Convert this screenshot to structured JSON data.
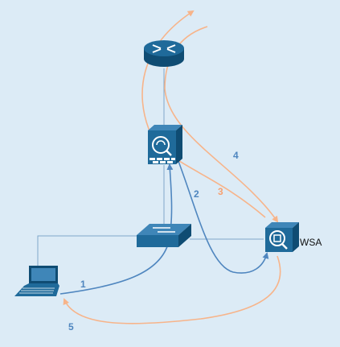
{
  "diagram": {
    "colors": {
      "background": "#dcebf6",
      "link": "#7fa7c9",
      "request_path": "#4f86bf",
      "response_path": "#f7b48a",
      "device_body": "#1f6a9a",
      "device_dark": "#0f4c73",
      "device_light": "#ffffff"
    },
    "devices": {
      "router": {
        "icon": "router-icon"
      },
      "firewall": {
        "icon": "firewall-icon"
      },
      "switch": {
        "icon": "switch-icon"
      },
      "laptop": {
        "icon": "laptop-icon"
      },
      "wsa": {
        "icon": "web-security-appliance-icon",
        "label": "WSA"
      }
    },
    "steps": [
      {
        "label": "1",
        "color": "#4f86bf"
      },
      {
        "label": "2",
        "color": "#4f86bf"
      },
      {
        "label": "3",
        "color": "#f7a070"
      },
      {
        "label": "4",
        "color": "#4f86bf"
      },
      {
        "label": "5",
        "color": "#4f86bf"
      }
    ]
  }
}
